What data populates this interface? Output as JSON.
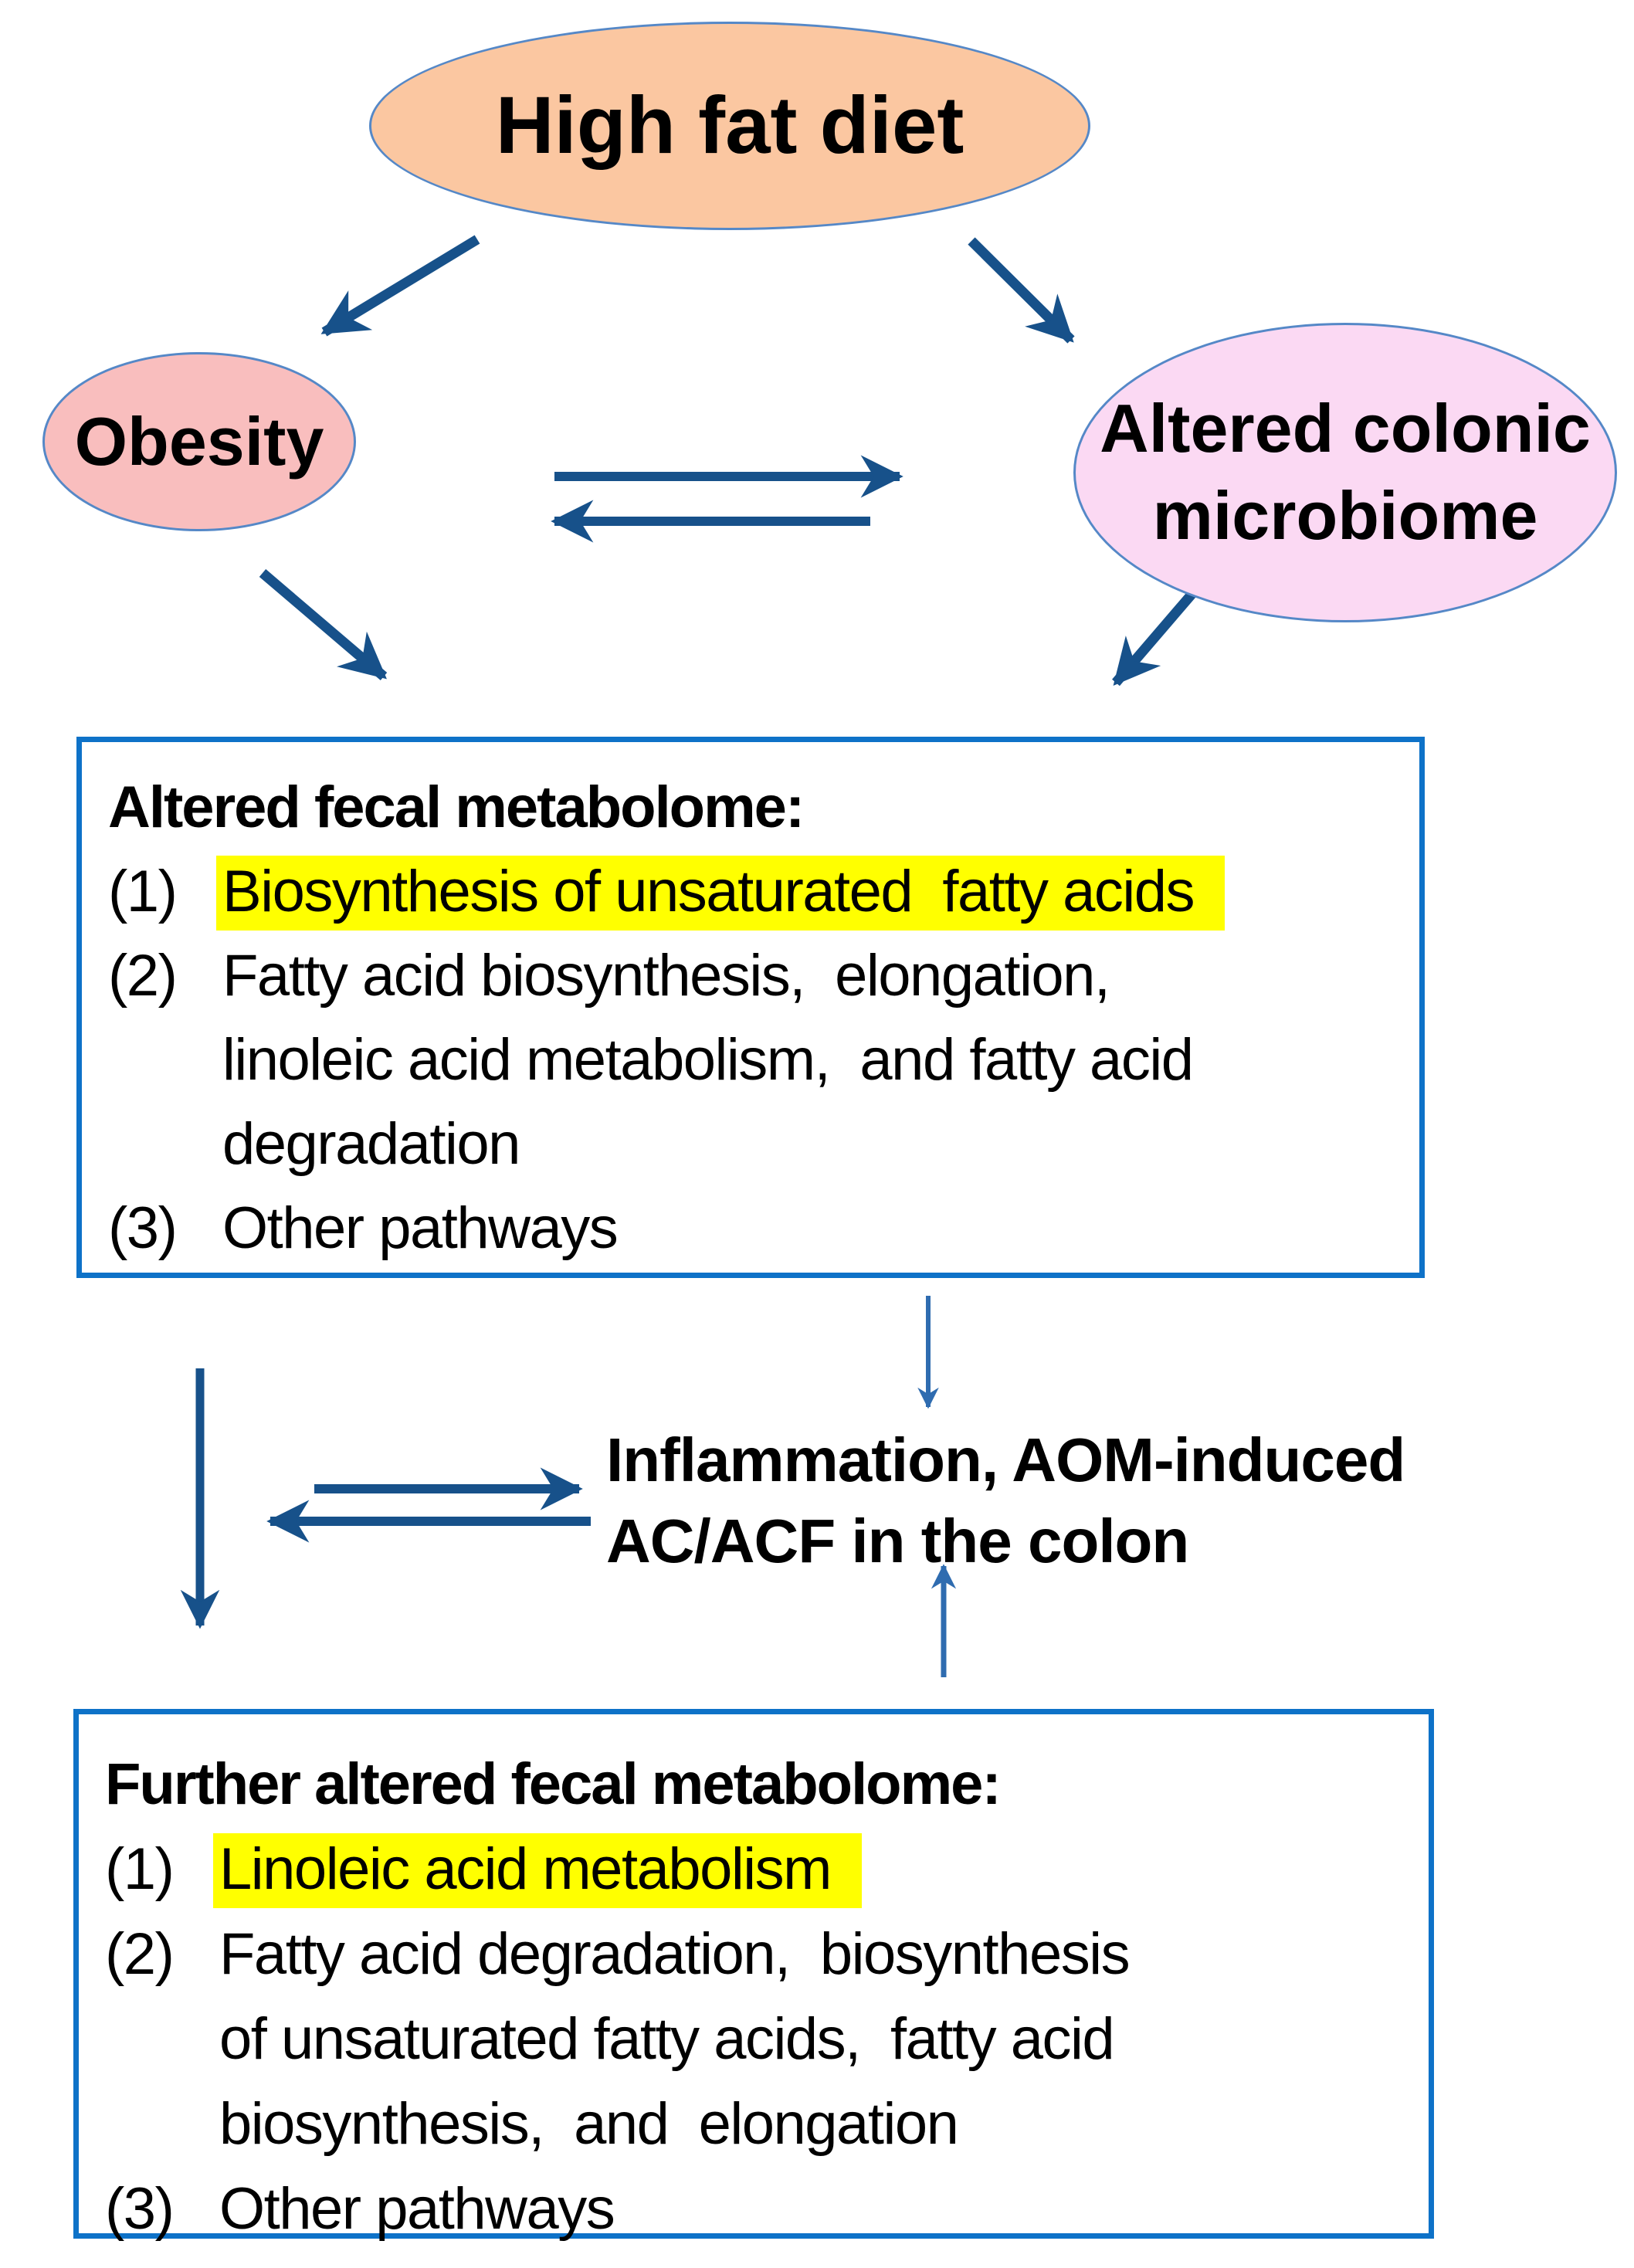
{
  "nodes": {
    "high_fat_diet": {
      "label": "High fat diet"
    },
    "obesity": {
      "label": "Obesity"
    },
    "microbiome": {
      "line1": "Altered colonic",
      "line2": "microbiome"
    }
  },
  "box_altered": {
    "title": "Altered fecal metabolome:",
    "items": [
      {
        "num": "(1)",
        "highlight": true,
        "lines": [
          "Biosynthesis of unsaturated  fatty acids"
        ]
      },
      {
        "num": "(2)",
        "highlight": false,
        "lines": [
          "Fatty acid biosynthesis,  elongation,",
          "linoleic acid metabolism,  and fatty acid",
          "degradation"
        ]
      },
      {
        "num": "(3)",
        "highlight": false,
        "lines": [
          "Other pathways"
        ]
      }
    ]
  },
  "inflammation": {
    "line1": "Inflammation, AOM-induced",
    "line2": "AC/ACF in the colon"
  },
  "box_further": {
    "title": "Further altered fecal metabolome:",
    "items": [
      {
        "num": "(1)",
        "highlight": true,
        "lines": [
          "Linoleic acid metabolism"
        ]
      },
      {
        "num": "(2)",
        "highlight": false,
        "lines": [
          "Fatty acid degradation,  biosynthesis",
          "of unsaturated fatty acids,  fatty acid",
          "biosynthesis,  and  elongation"
        ]
      },
      {
        "num": "(3)",
        "highlight": false,
        "lines": [
          "Other pathways"
        ]
      }
    ]
  },
  "colors": {
    "arrow": "#17518A",
    "arrow_light": "#2F6CB0",
    "box_border": "#0E72C8",
    "highlight": "#FFFF00",
    "high_fat_fill": "#FBC7A1",
    "obesity_fill": "#F9BEBE",
    "microbiome_fill": "#FBD9F3",
    "ellipse_stroke": "#5588C7",
    "text": "#000000"
  }
}
